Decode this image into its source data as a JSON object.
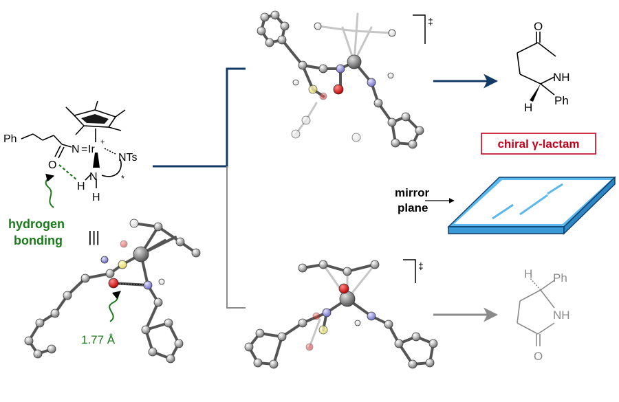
{
  "complex": {
    "ph": "Ph",
    "o": "O",
    "n": "N",
    "eq": "=",
    "ir": "Ir",
    "ir_charge": "+",
    "nts": "NTs",
    "h1": "H",
    "h2": "H",
    "star": "*"
  },
  "annotations": {
    "hbond_line1": "hydrogen",
    "hbond_line2": "bonding",
    "equiv": "|||",
    "distance": "1.77 Å",
    "ts_mark_top": "‡",
    "ts_mark_bottom": "‡",
    "mirror_line1": "mirror",
    "mirror_line2": "plane"
  },
  "products": {
    "top": {
      "o": "O",
      "nh": "NH",
      "h": "H",
      "ph": "Ph"
    },
    "bottom": {
      "h": "H",
      "ph": "Ph",
      "nh": "NH",
      "o": "O"
    },
    "label": "chiral γ-lactam"
  },
  "colors": {
    "navy": "#123a66",
    "green": "#1a7a1a",
    "red": "#c0001a",
    "gray": "#8a8a8a",
    "mirror": "#5bb8ec"
  }
}
